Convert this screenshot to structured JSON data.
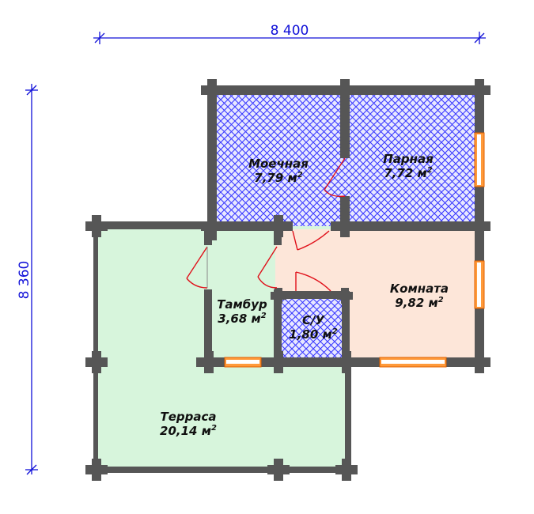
{
  "dimensions": {
    "width_label": "8 400",
    "height_label": "8 360"
  },
  "rooms": {
    "moechnaya": {
      "name": "Моечная",
      "area": "7,79 м",
      "unit_sup": "2",
      "fill": "#3a3aff"
    },
    "parnaya": {
      "name": "Парная",
      "area": "7,72 м",
      "unit_sup": "2",
      "fill": "#3a3aff"
    },
    "komnata": {
      "name": "Комната",
      "area": "9,82 м",
      "unit_sup": "2",
      "fill": "#fde6d9"
    },
    "tambur": {
      "name": "Тамбур",
      "area": "3,68 м",
      "unit_sup": "2",
      "fill": "#d7f5dc"
    },
    "su": {
      "name": "С/У",
      "area": "1,80 м",
      "unit_sup": "2",
      "fill": "#3a3aff"
    },
    "terrasa": {
      "name": "Терраса",
      "area": "20,14 м",
      "unit_sup": "2",
      "fill": "#d7f5dc"
    }
  },
  "colors": {
    "wall": "#565656",
    "dimension": "#1010d8",
    "door": "#e0101a",
    "window": "#ff9a3a"
  }
}
